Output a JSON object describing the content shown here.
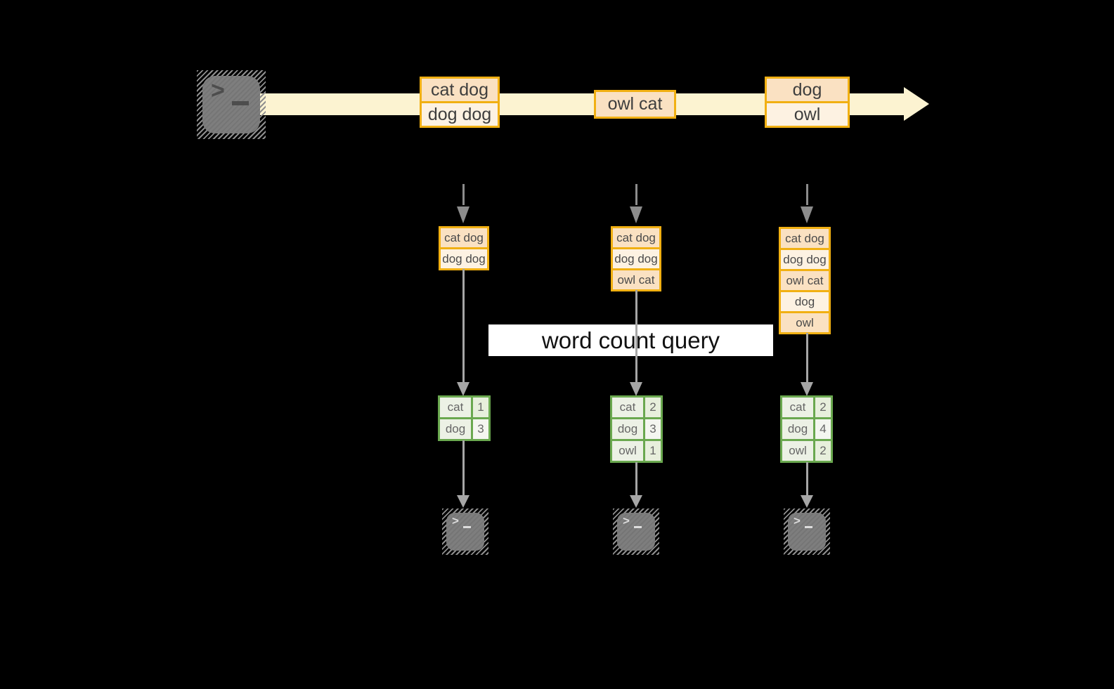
{
  "banner": {
    "label": "word count query"
  },
  "icons": {
    "source": "terminal-icon",
    "sinks": [
      "terminal-icon",
      "terminal-icon",
      "terminal-icon"
    ],
    "prompt": ">"
  },
  "stream": {
    "events": [
      {
        "rows": [
          "cat dog",
          "dog dog"
        ]
      },
      {
        "rows": [
          "owl cat"
        ]
      },
      {
        "rows": [
          "dog",
          "owl"
        ]
      }
    ]
  },
  "columns": [
    {
      "input_rows": [
        "cat dog",
        "dog dog"
      ],
      "counts": [
        {
          "word": "cat",
          "count": "1"
        },
        {
          "word": "dog",
          "count": "3"
        }
      ]
    },
    {
      "input_rows": [
        "cat dog",
        "dog dog",
        "owl cat"
      ],
      "counts": [
        {
          "word": "cat",
          "count": "2"
        },
        {
          "word": "dog",
          "count": "3"
        },
        {
          "word": "owl",
          "count": "1"
        }
      ]
    },
    {
      "input_rows": [
        "cat dog",
        "dog dog",
        "owl cat",
        "dog",
        "owl"
      ],
      "counts": [
        {
          "word": "cat",
          "count": "2"
        },
        {
          "word": "dog",
          "count": "4"
        },
        {
          "word": "owl",
          "count": "2"
        }
      ]
    }
  ],
  "colors": {
    "amber_border": "#f1b013",
    "row_dark": "#fae1c2",
    "row_light": "#fdf2e2",
    "band": "#fcf3d1",
    "green_border": "#6aa84f",
    "cell_bg": "#ecf1e5",
    "cell_alt_dark": "#e7efdc",
    "cell_alt_light": "#f4f6f0",
    "arrow_gray": "#8c8c8c",
    "line_gray": "#a6a6a6",
    "terminal_gray": "#7e7e7e",
    "banner_bg": "#ffffff",
    "banner_text": "#111111"
  }
}
